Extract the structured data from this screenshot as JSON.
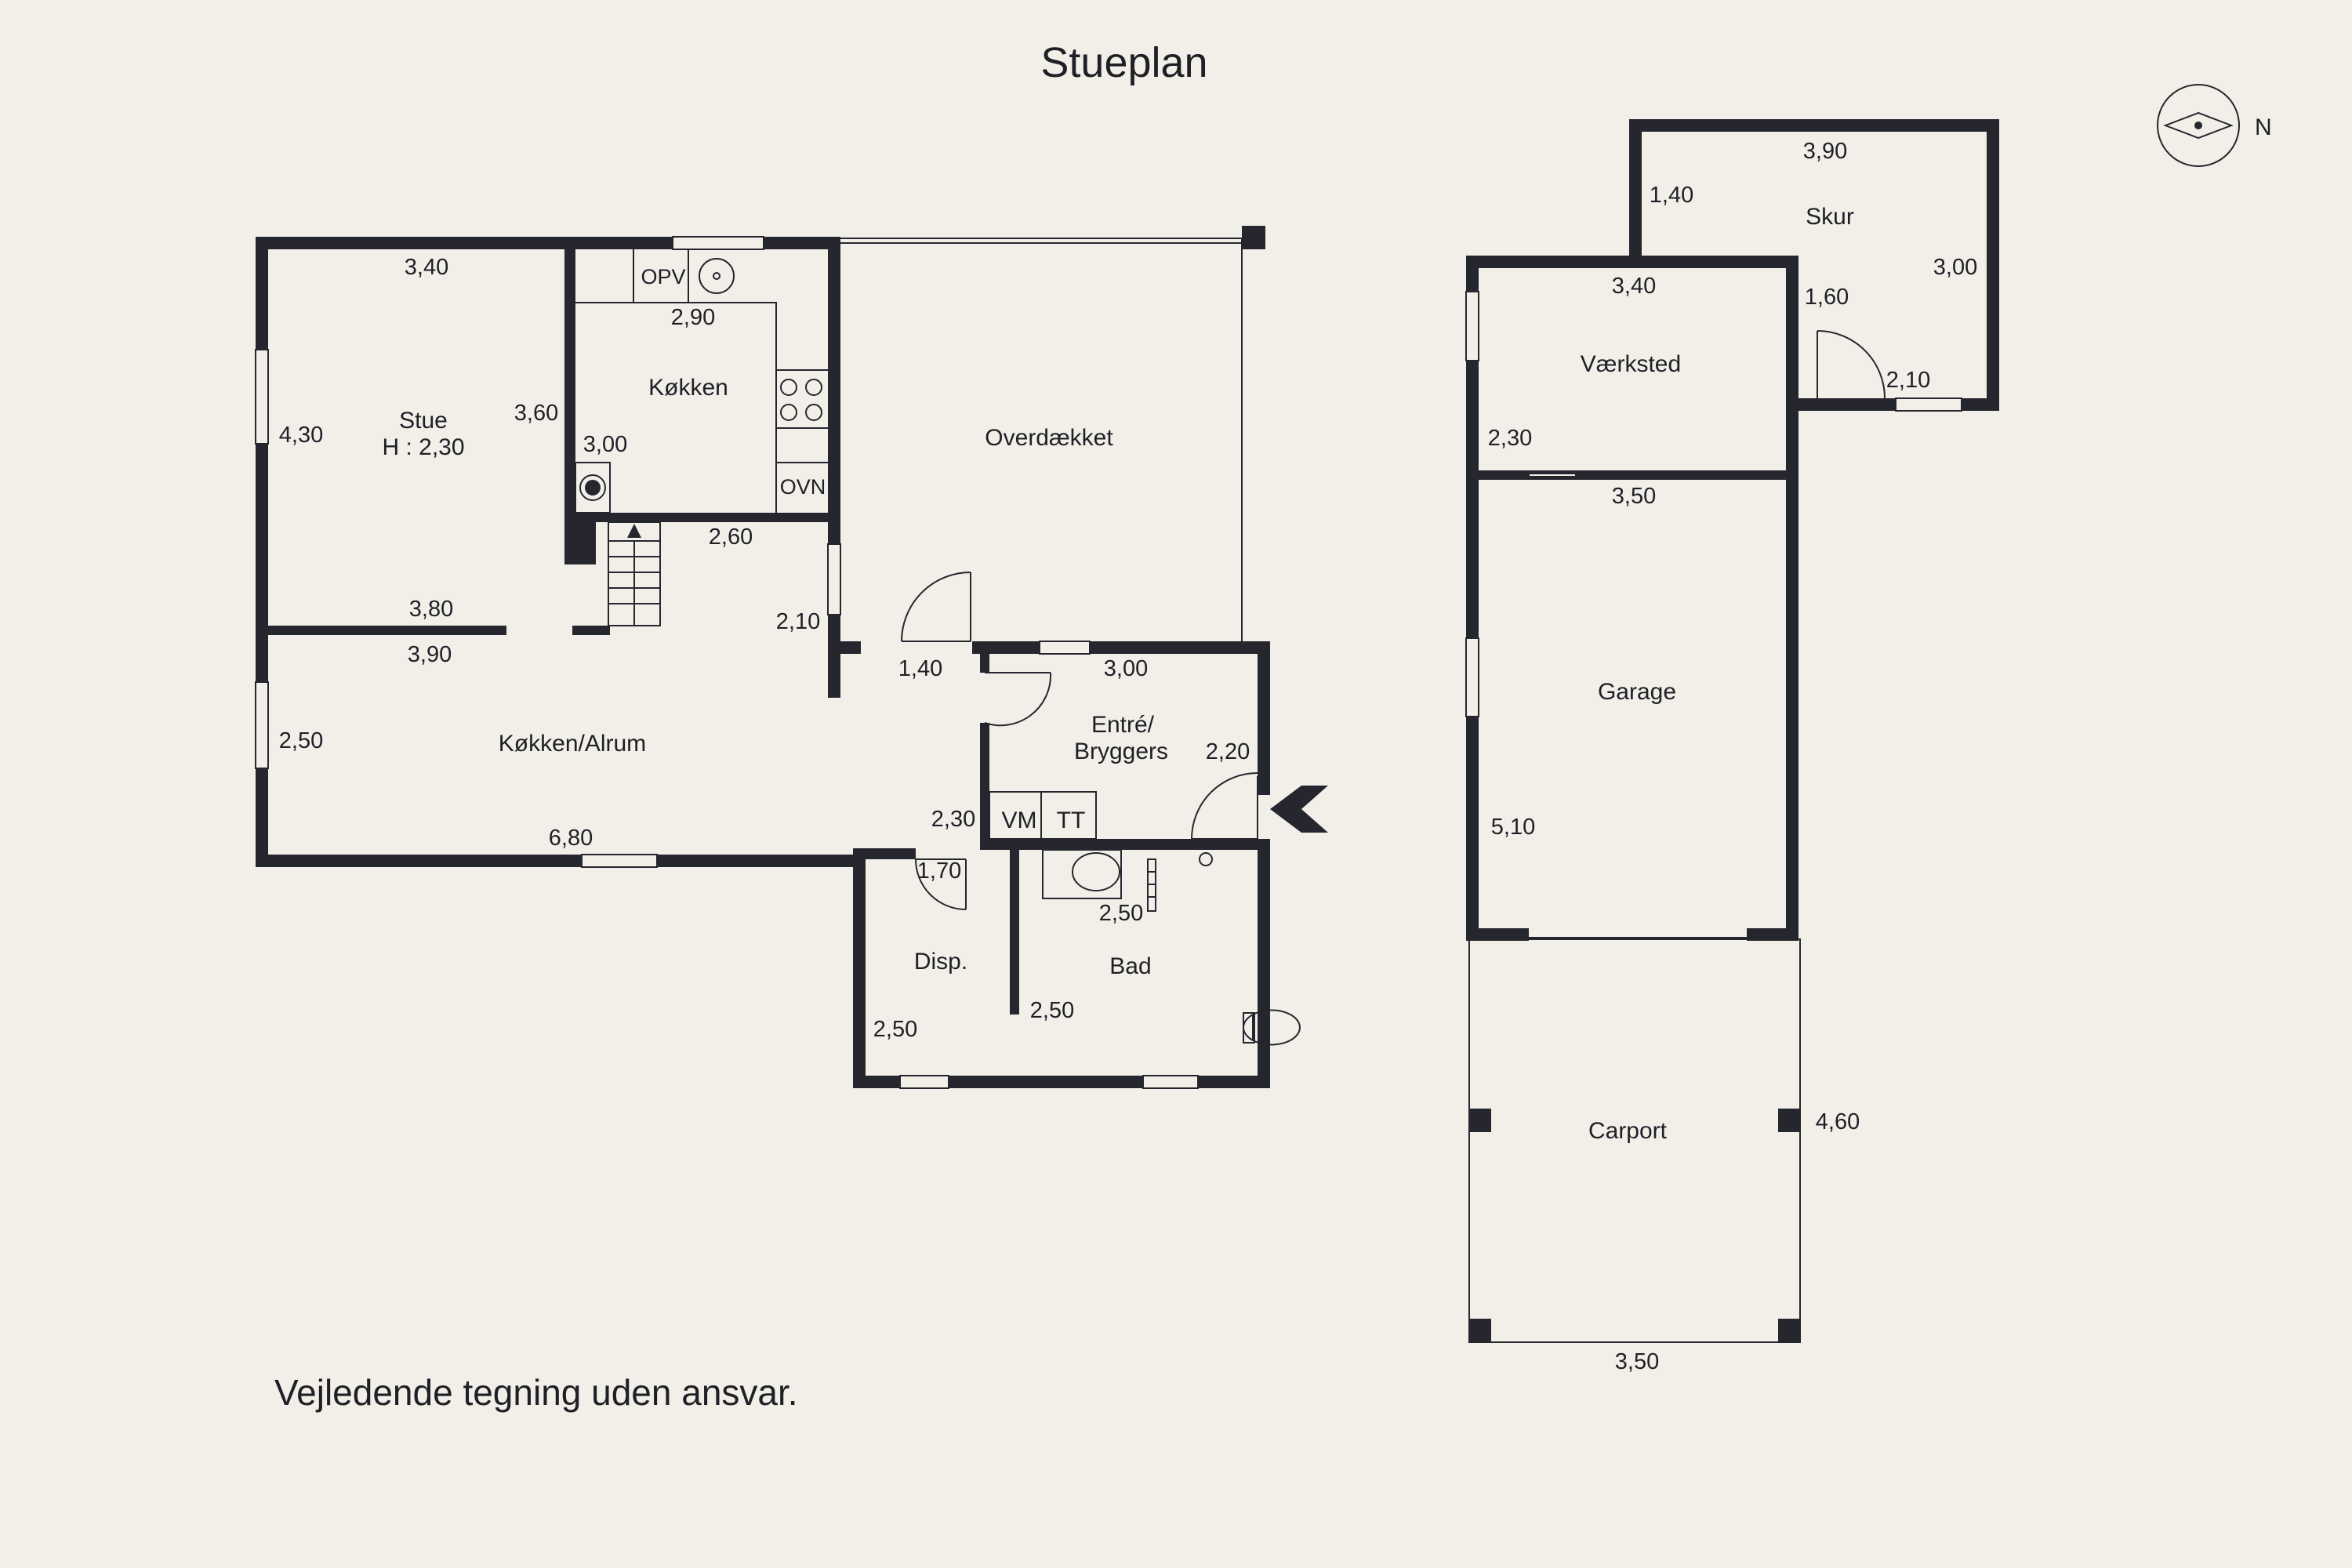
{
  "title": "Stueplan",
  "compass": {
    "label": "N"
  },
  "note": "Vejledende tegning uden ansvar.",
  "rooms": {
    "stue": {
      "name": "Stue",
      "height": "H : 2,30"
    },
    "kokken": "Køkken",
    "overdaekket": "Overdækket",
    "alrum": "Køkken/Alrum",
    "entre_line1": "Entré/",
    "entre_line2": "Bryggers",
    "disp": "Disp.",
    "bad": "Bad",
    "skur": "Skur",
    "vaerksted": "Værksted",
    "garage": "Garage",
    "carport": "Carport"
  },
  "fixtures": {
    "opv": "OPV",
    "ovn": "OVN",
    "vm": "VM",
    "tt": "TT"
  },
  "dimensions": {
    "stue_top": "3,40",
    "stue_left": "4,30",
    "stue_right": "3,60",
    "stue_bottom": "3,80",
    "kokken_top": "2,90",
    "kokken_left": "3,00",
    "kokken_bottom": "2,60",
    "alrum_top": "3,90",
    "alrum_left": "2,50",
    "alrum_bottom": "6,80",
    "alrum_right": "2,10",
    "door_width": "1,40",
    "entre_top": "3,00",
    "entre_right": "2,20",
    "entre_left": "2,30",
    "disp_top": "1,70",
    "disp_left": "2,50",
    "bad_top": "2,50",
    "bad_left": "2,50",
    "skur_top": "3,90",
    "skur_left": "1,40",
    "skur_right": "3,00",
    "skur_inner": "1,60",
    "skur_bottom": "2,10",
    "vaerksted_top": "3,40",
    "vaerksted_left": "2,30",
    "vaerksted_bottom": "3,50",
    "garage_left": "5,10",
    "carport_right": "4,60",
    "carport_bottom": "3,50"
  }
}
